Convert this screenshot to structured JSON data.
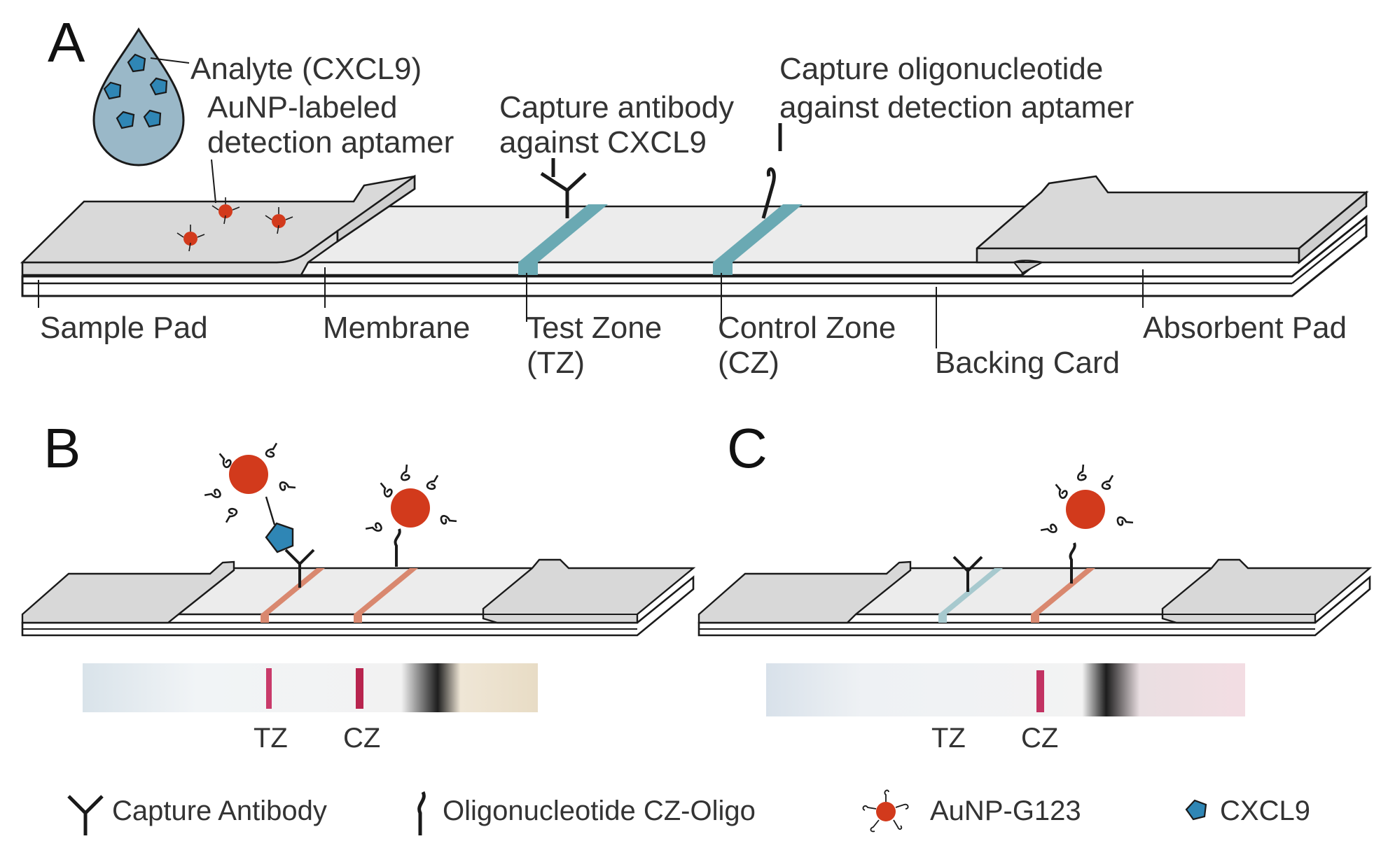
{
  "colors": {
    "pad": "#dcdcdc",
    "membrane": "#efefef",
    "backing": "#ffffff",
    "zone_cyan": "#6aa9b3",
    "zone_red": "#d9886f",
    "gold": "#d23a1c",
    "analyte": "#2f86b5",
    "drop": "#9ab8c8"
  },
  "panels": {
    "a": {
      "letter": "A",
      "analyte": "Analyte (CXCL9)",
      "aunp_line1": "AuNP-labeled",
      "aunp_line2": "detection aptamer",
      "capture_ab_line1": "Capture antibody",
      "capture_ab_line2": "against CXCL9",
      "capture_oligo_line1": "Capture   oligonucleotide",
      "capture_oligo_line2": "against detection aptamer",
      "sample_pad": "Sample Pad",
      "membrane": "Membrane",
      "test_zone_line1": "Test Zone",
      "test_zone_line2": "(TZ)",
      "control_zone_line1": "Control Zone",
      "control_zone_line2": "(CZ)",
      "backing_card": "Backing Card",
      "absorbent_pad": "Absorbent Pad"
    },
    "b": {
      "letter": "B",
      "tz": "TZ",
      "cz": "CZ"
    },
    "c": {
      "letter": "C",
      "tz": "TZ",
      "cz": "CZ"
    }
  },
  "legend": {
    "capture_antibody": "Capture Antibody",
    "oligo": "Oligonucleotide CZ-Oligo",
    "aunp": "AuNP-G123",
    "cxcl9": "CXCL9"
  }
}
